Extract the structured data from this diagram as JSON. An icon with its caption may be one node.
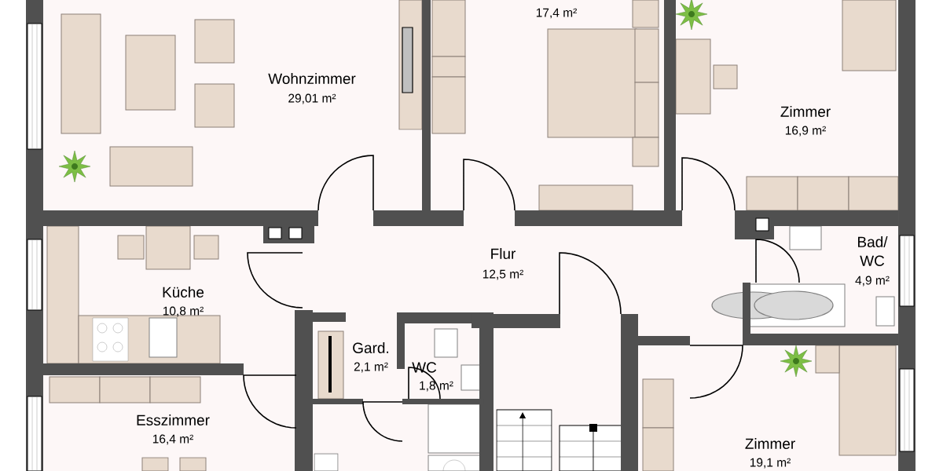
{
  "diagram": {
    "labels": [
      "17,4 m²",
      "Wohnzimmer",
      "29,01 m²",
      "Zimmer",
      "16,9 m²",
      "Bad/ WC",
      "Flur",
      "12,5 m²",
      "4,9 m²",
      "Küche",
      "10,8 m²",
      "Gard.",
      "WC",
      "2,1 m²",
      "1,8 m²",
      "Esszimmer",
      "16,4 m²",
      "Zimmer",
      "19,1 m²"
    ]
  }
}
